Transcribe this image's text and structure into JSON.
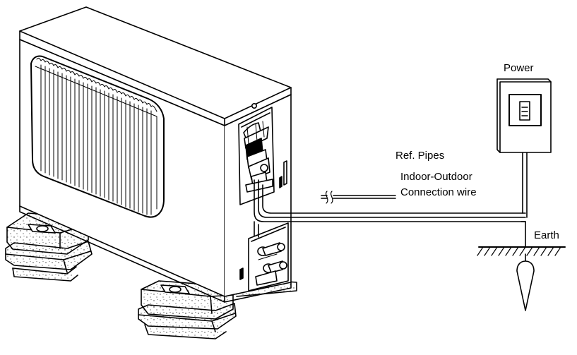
{
  "labels": {
    "power": "Power",
    "ref_pipes": "Ref. Pipes",
    "indoor_outdoor": "Indoor-Outdoor",
    "connection_wire": "Connection wire",
    "earth": "Earth"
  },
  "colors": {
    "line": "#000000",
    "background": "#ffffff",
    "block_fill": "#f4f4f4",
    "speckle": "#333333"
  },
  "icons": {
    "outdoor_unit": "air-conditioner-outdoor-unit-icon",
    "power_box": "power-switch-box-icon",
    "earth_ground": "ground-symbol-icon",
    "earth_rod": "ground-rod-icon",
    "support_blocks": "mounting-block-icon"
  }
}
